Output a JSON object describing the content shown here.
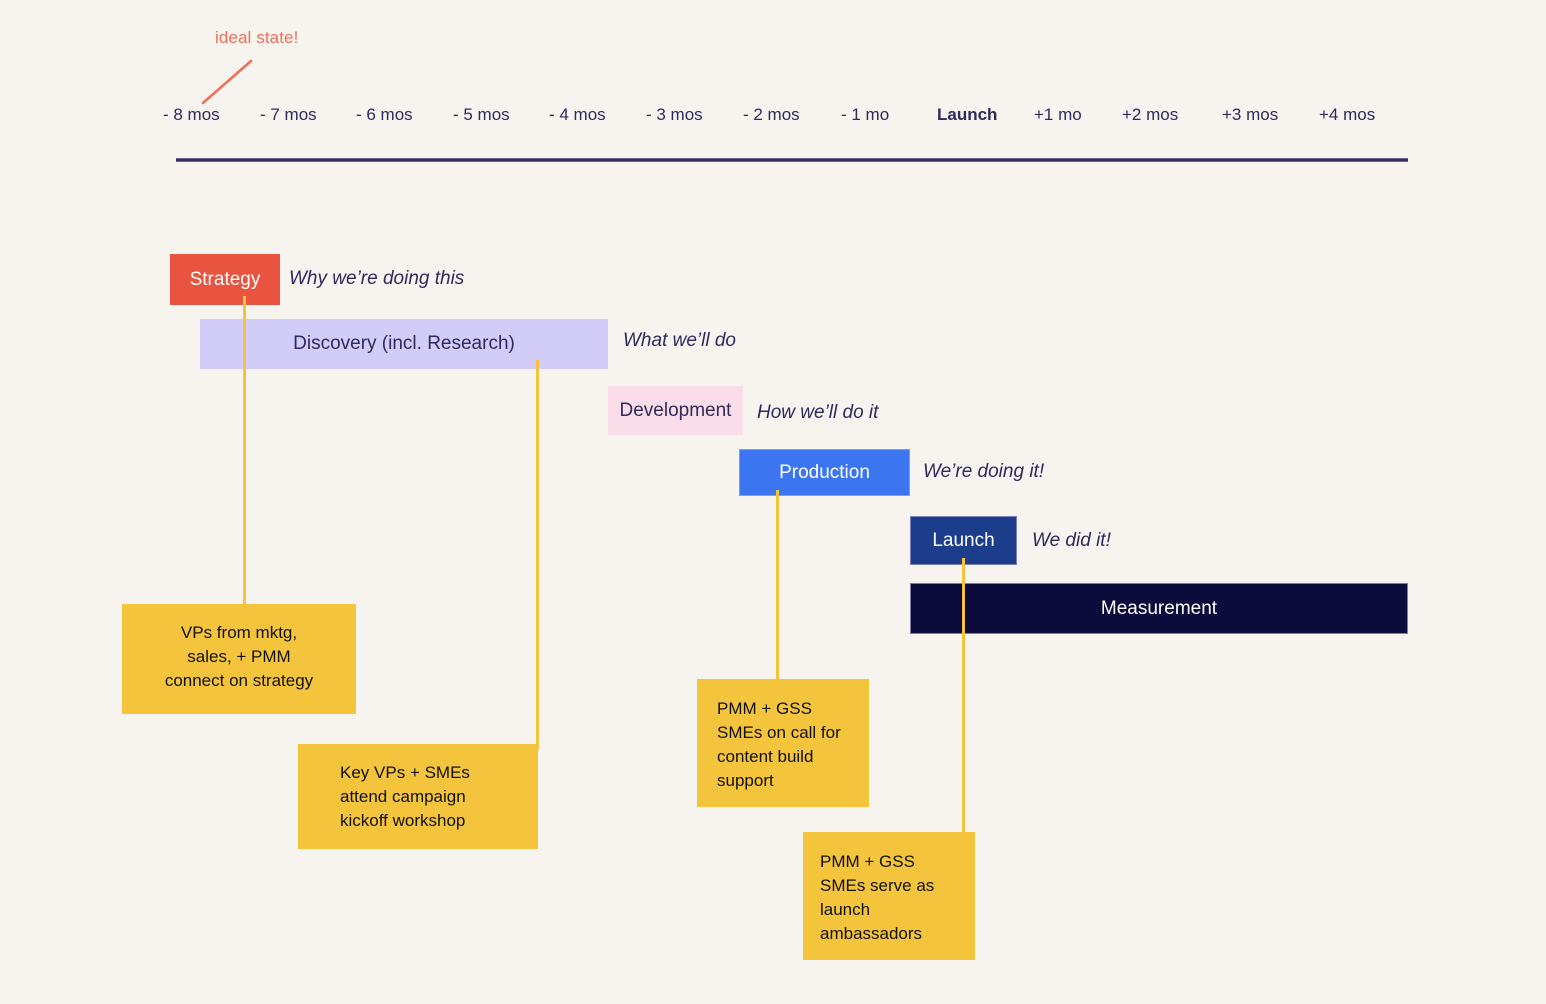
{
  "annotation": {
    "label": "ideal state!",
    "color": "#EE7059"
  },
  "timeline": {
    "ticks": [
      {
        "label": "- 8 mos",
        "bold": false
      },
      {
        "label": "- 7 mos",
        "bold": false
      },
      {
        "label": "- 6 mos",
        "bold": false
      },
      {
        "label": "- 5 mos",
        "bold": false
      },
      {
        "label": "- 4 mos",
        "bold": false
      },
      {
        "label": "- 3 mos",
        "bold": false
      },
      {
        "label": "- 2 mos",
        "bold": false
      },
      {
        "label": "- 1 mo",
        "bold": false
      },
      {
        "label": "Launch",
        "bold": true
      },
      {
        "label": "+1 mo",
        "bold": false
      },
      {
        "label": "+2 mos",
        "bold": false
      },
      {
        "label": "+3 mos",
        "bold": false
      },
      {
        "label": "+4 mos",
        "bold": false
      }
    ],
    "rule_color": "#2E2A5C"
  },
  "phases": [
    {
      "name": "Strategy",
      "descriptor": "Why we’re doing this",
      "bar_color": "#E8543F",
      "text_color": "#FFFFFF"
    },
    {
      "name": "Discovery (incl. Research)",
      "descriptor": "What we’ll do",
      "bar_color": "#D2CCF8",
      "text_color": "#2E2A5C"
    },
    {
      "name": "Development",
      "descriptor": "How we’ll do it",
      "bar_color": "#FBDDE9",
      "text_color": "#2E2A5C"
    },
    {
      "name": "Production",
      "descriptor": "We’re doing it!",
      "bar_color": "#3B76F0",
      "text_color": "#FFFFFF"
    },
    {
      "name": "Launch",
      "descriptor": "We did it!",
      "bar_color": "#1C3C8C",
      "text_color": "#FFFFFF"
    },
    {
      "name": "Measurement",
      "descriptor": "",
      "bar_color": "#0D0B3C",
      "text_color": "#FFFFFF"
    }
  ],
  "notes": [
    {
      "text": "VPs from mktg,\nsales, + PMM\nconnect on strategy"
    },
    {
      "text": "Key VPs + SMEs\nattend campaign\nkickoff workshop"
    },
    {
      "text": "PMM + GSS\nSMEs on call for\ncontent build\nsupport"
    },
    {
      "text": "PMM + GSS\nSMEs serve as\nlaunch\nambassadors"
    }
  ],
  "connector_color": "#F5C43C"
}
